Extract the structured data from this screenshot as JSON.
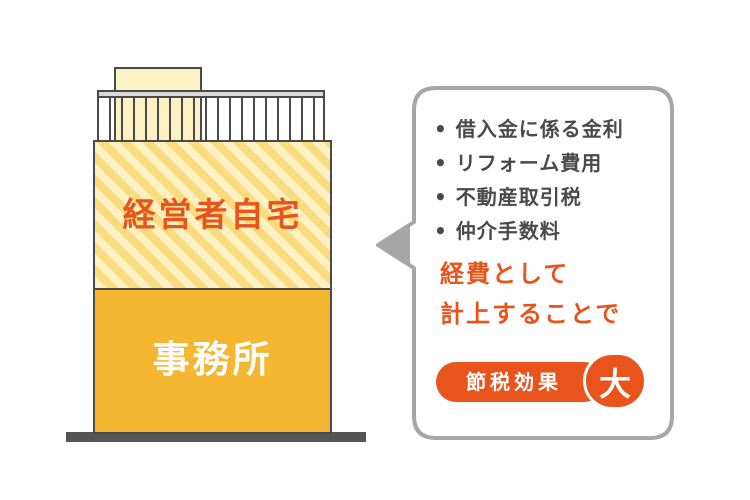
{
  "building": {
    "upper_floor_label": "経営者自宅",
    "lower_floor_label": "事務所"
  },
  "bubble": {
    "items": [
      "借入金に係る金利",
      "リフォーム費用",
      "不動産取引税",
      "仲介手数料"
    ],
    "highlight_line1": "経費として",
    "highlight_line2": "計上することで",
    "effect_label": "節税効果",
    "effect_badge": "大"
  },
  "colors": {
    "accent": "#e8541c",
    "building_fill": "#f5b731",
    "stripe_light": "#fbe69a",
    "outline": "#4a4a4a",
    "bubble_border": "#a6a6a6"
  }
}
